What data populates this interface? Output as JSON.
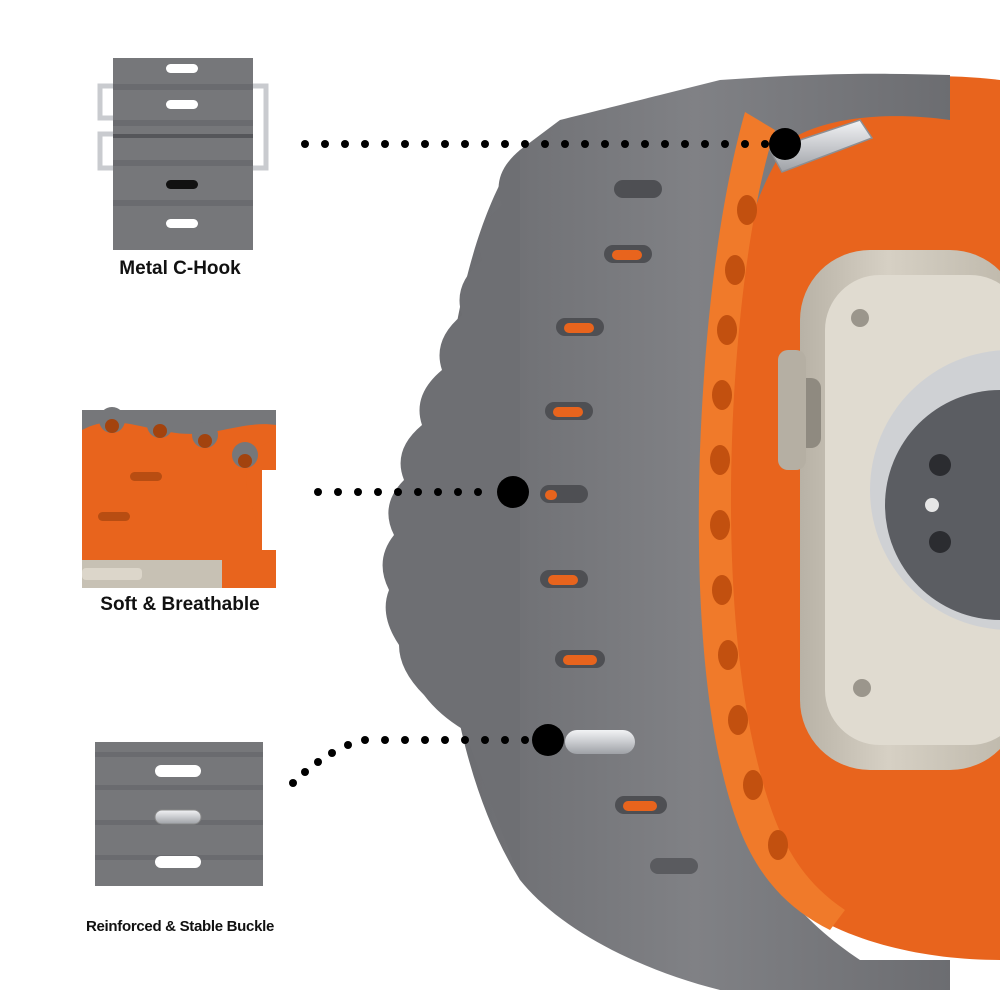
{
  "callouts": {
    "hook": {
      "label": "Metal C-Hook"
    },
    "soft": {
      "label": "Soft & Breathable"
    },
    "buckle": {
      "label": "Reinforced & Stable Buckle"
    }
  },
  "colors": {
    "band_gray": "#76777a",
    "band_gray_dark": "#606165",
    "band_orange": "#e8641d",
    "watch_case": "#c7c1b4",
    "metal": "#d9dbde",
    "dot": "#000000"
  },
  "icons": [
    "watch-crown-icon",
    "screw-icon",
    "sensor-icon"
  ]
}
